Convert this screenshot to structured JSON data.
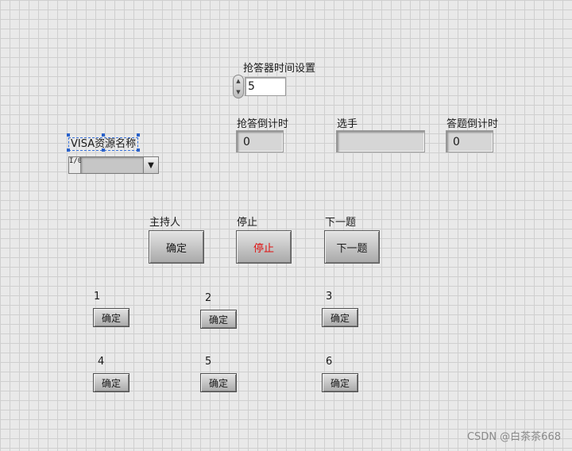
{
  "timer_setting": {
    "label": "抢答器时间设置",
    "value": "5"
  },
  "indicators": {
    "answer_countdown": {
      "label": "抢答倒计时",
      "value": "0"
    },
    "player": {
      "label": "选手",
      "value": ""
    },
    "question_countdown": {
      "label": "答题倒计时",
      "value": "0"
    }
  },
  "visa": {
    "label": "VISA资源名称",
    "icon_text": "I/0",
    "value": ""
  },
  "host_controls": {
    "host": {
      "label": "主持人",
      "button": "确定"
    },
    "stop": {
      "label": "停止",
      "button": "停止",
      "color": "#e01010"
    },
    "next": {
      "label": "下一题",
      "button": "下一题"
    }
  },
  "players": [
    {
      "number": "1",
      "button": "确定"
    },
    {
      "number": "2",
      "button": "确定"
    },
    {
      "number": "3",
      "button": "确定"
    },
    {
      "number": "4",
      "button": "确定"
    },
    {
      "number": "5",
      "button": "确定"
    },
    {
      "number": "6",
      "button": "确定"
    }
  ],
  "watermark": "CSDN @白茶茶668"
}
